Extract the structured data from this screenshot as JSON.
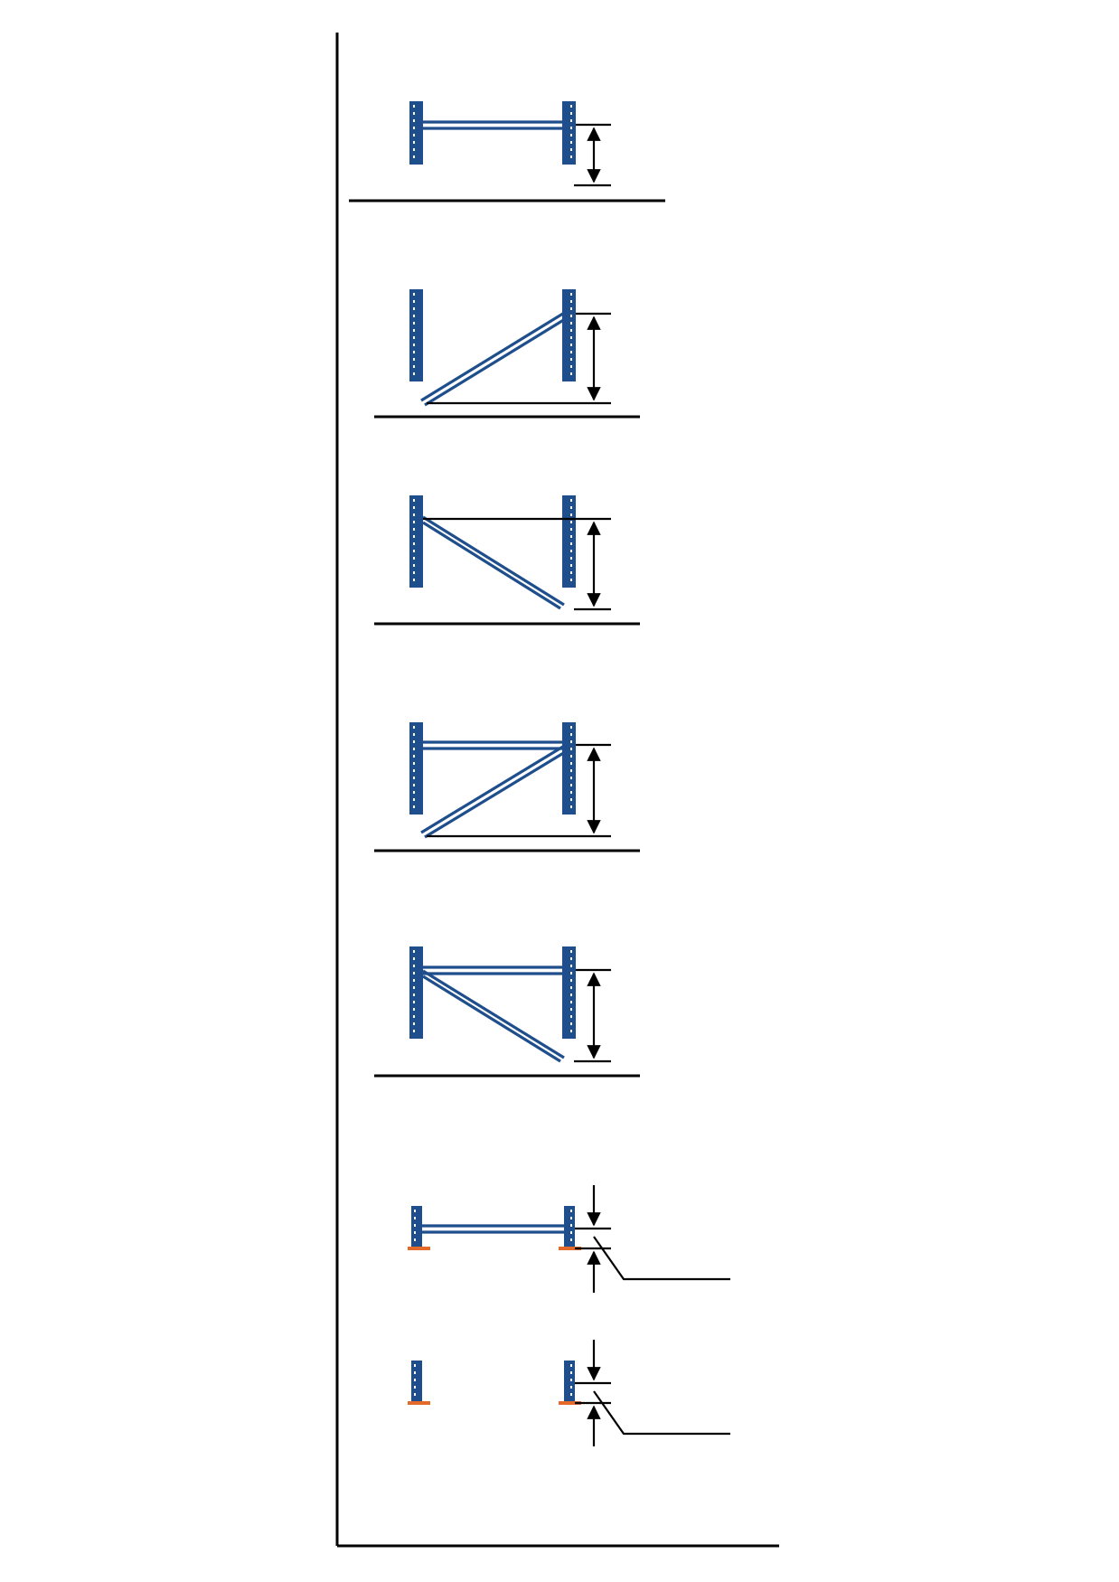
{
  "diagram": {
    "type": "rack-frame-bracing-configurations",
    "colors": {
      "upright": "#1f4e8c",
      "upright_perforation": "#ffffff",
      "beam_brace": "#1f4e8c",
      "base_plate": "#e46a2c",
      "dimension_line": "#000000"
    },
    "configurations": [
      {
        "id": "horizontal-beam",
        "has_horizontal": true,
        "diagonal": "none",
        "base_plates": false
      },
      {
        "id": "diagonal-rising-right",
        "has_horizontal": false,
        "diagonal": "rising",
        "base_plates": false
      },
      {
        "id": "diagonal-falling-right",
        "has_horizontal": false,
        "diagonal": "falling",
        "base_plates": false
      },
      {
        "id": "horizontal-plus-rising-diagonal",
        "has_horizontal": true,
        "diagonal": "rising",
        "base_plates": false
      },
      {
        "id": "horizontal-plus-falling-diagonal",
        "has_horizontal": true,
        "diagonal": "falling",
        "base_plates": false
      },
      {
        "id": "horizontal-with-base-plates",
        "has_horizontal": true,
        "diagonal": "none",
        "base_plates": true
      },
      {
        "id": "uprights-with-base-plates",
        "has_horizontal": false,
        "diagonal": "none",
        "base_plates": true
      }
    ]
  }
}
